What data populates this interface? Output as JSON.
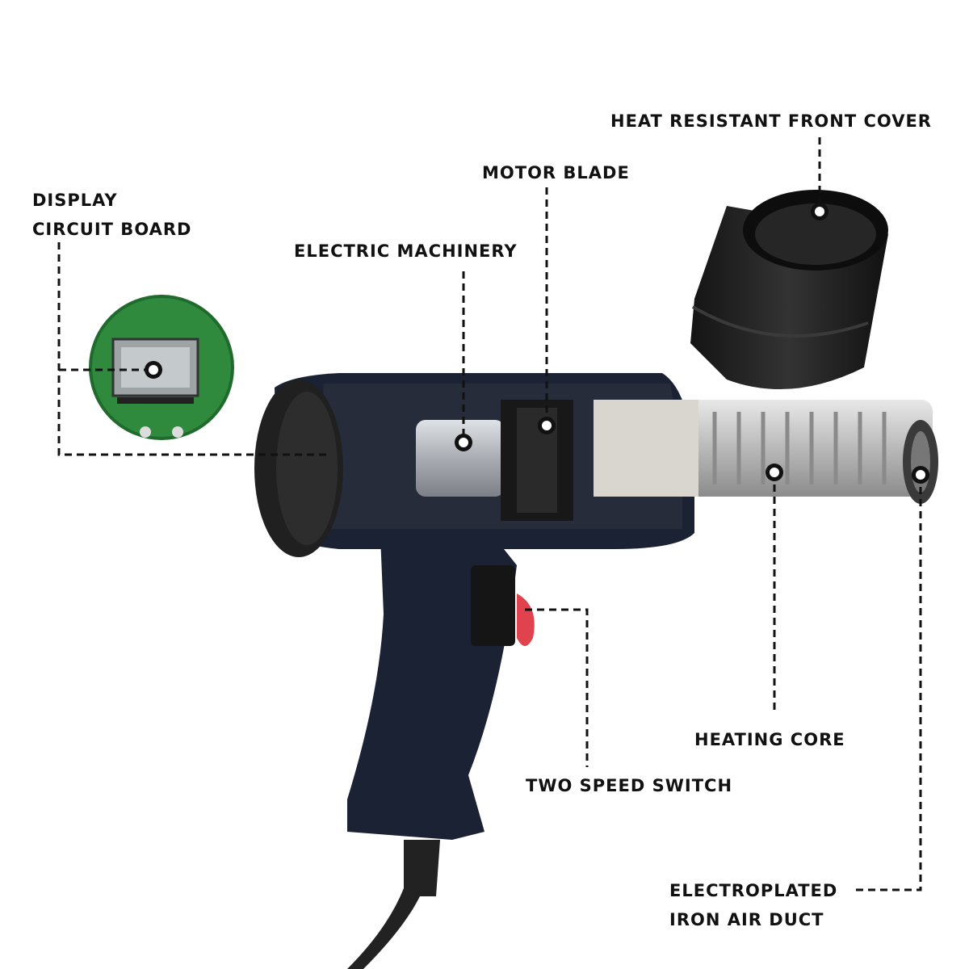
{
  "labels": {
    "heat_resistant_front_cover": "HEAT RESISTANT FRONT COVER",
    "motor_blade": "MOTOR BLADE",
    "display_circuit_board": {
      "line1": "DISPLAY",
      "line2": "CIRCUIT BOARD"
    },
    "electric_machinery": "ELECTRIC MACHINERY",
    "heating_core": "HEATING CORE",
    "two_speed_switch": "TWO SPEED SWITCH",
    "electroplated_iron_air_duct": {
      "line1": "ELECTROPLATED",
      "line2": "IRON AIR DUCT"
    }
  },
  "colors": {
    "background": "#ffffff",
    "gun_body": "#1b2233",
    "front_cap": "#202020",
    "circuit_board": "#2f8a3e",
    "heating_core": "#c9c9c9",
    "motor": "#b8bcc2",
    "switch_trigger": "#e0434d",
    "leader_lines": "#111111"
  }
}
